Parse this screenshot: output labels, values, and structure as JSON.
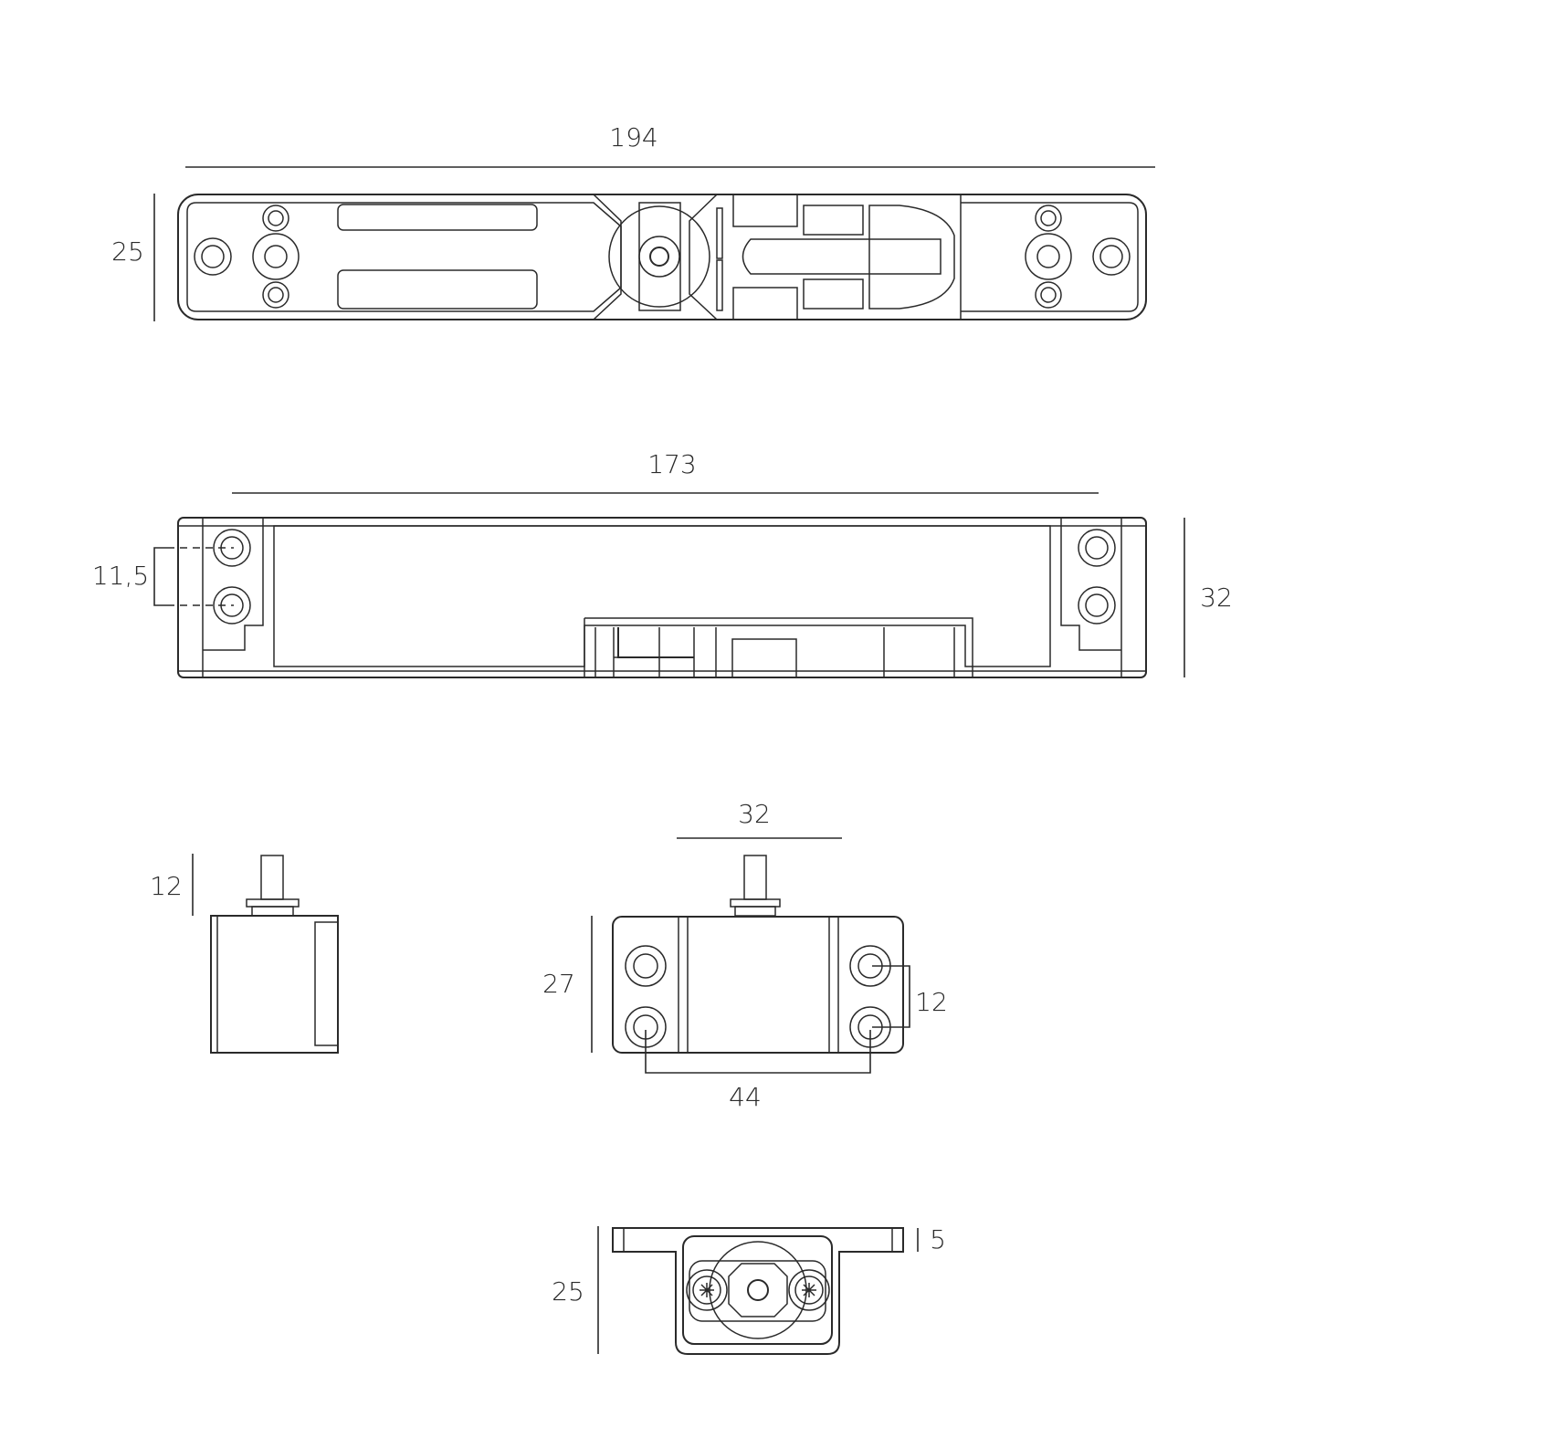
{
  "dimensions": {
    "top_length": "194",
    "top_width": "25",
    "front_length": "173",
    "front_hole_spacing": "11,5",
    "front_height": "32",
    "side_pin_height": "12",
    "plate_top_width": "32",
    "plate_height": "27",
    "plate_hole_vertical": "12",
    "plate_hole_horizontal": "44",
    "end_flange": "5",
    "end_height": "25"
  },
  "colors": {
    "line": "#2a2a2a",
    "background": "#ffffff"
  }
}
